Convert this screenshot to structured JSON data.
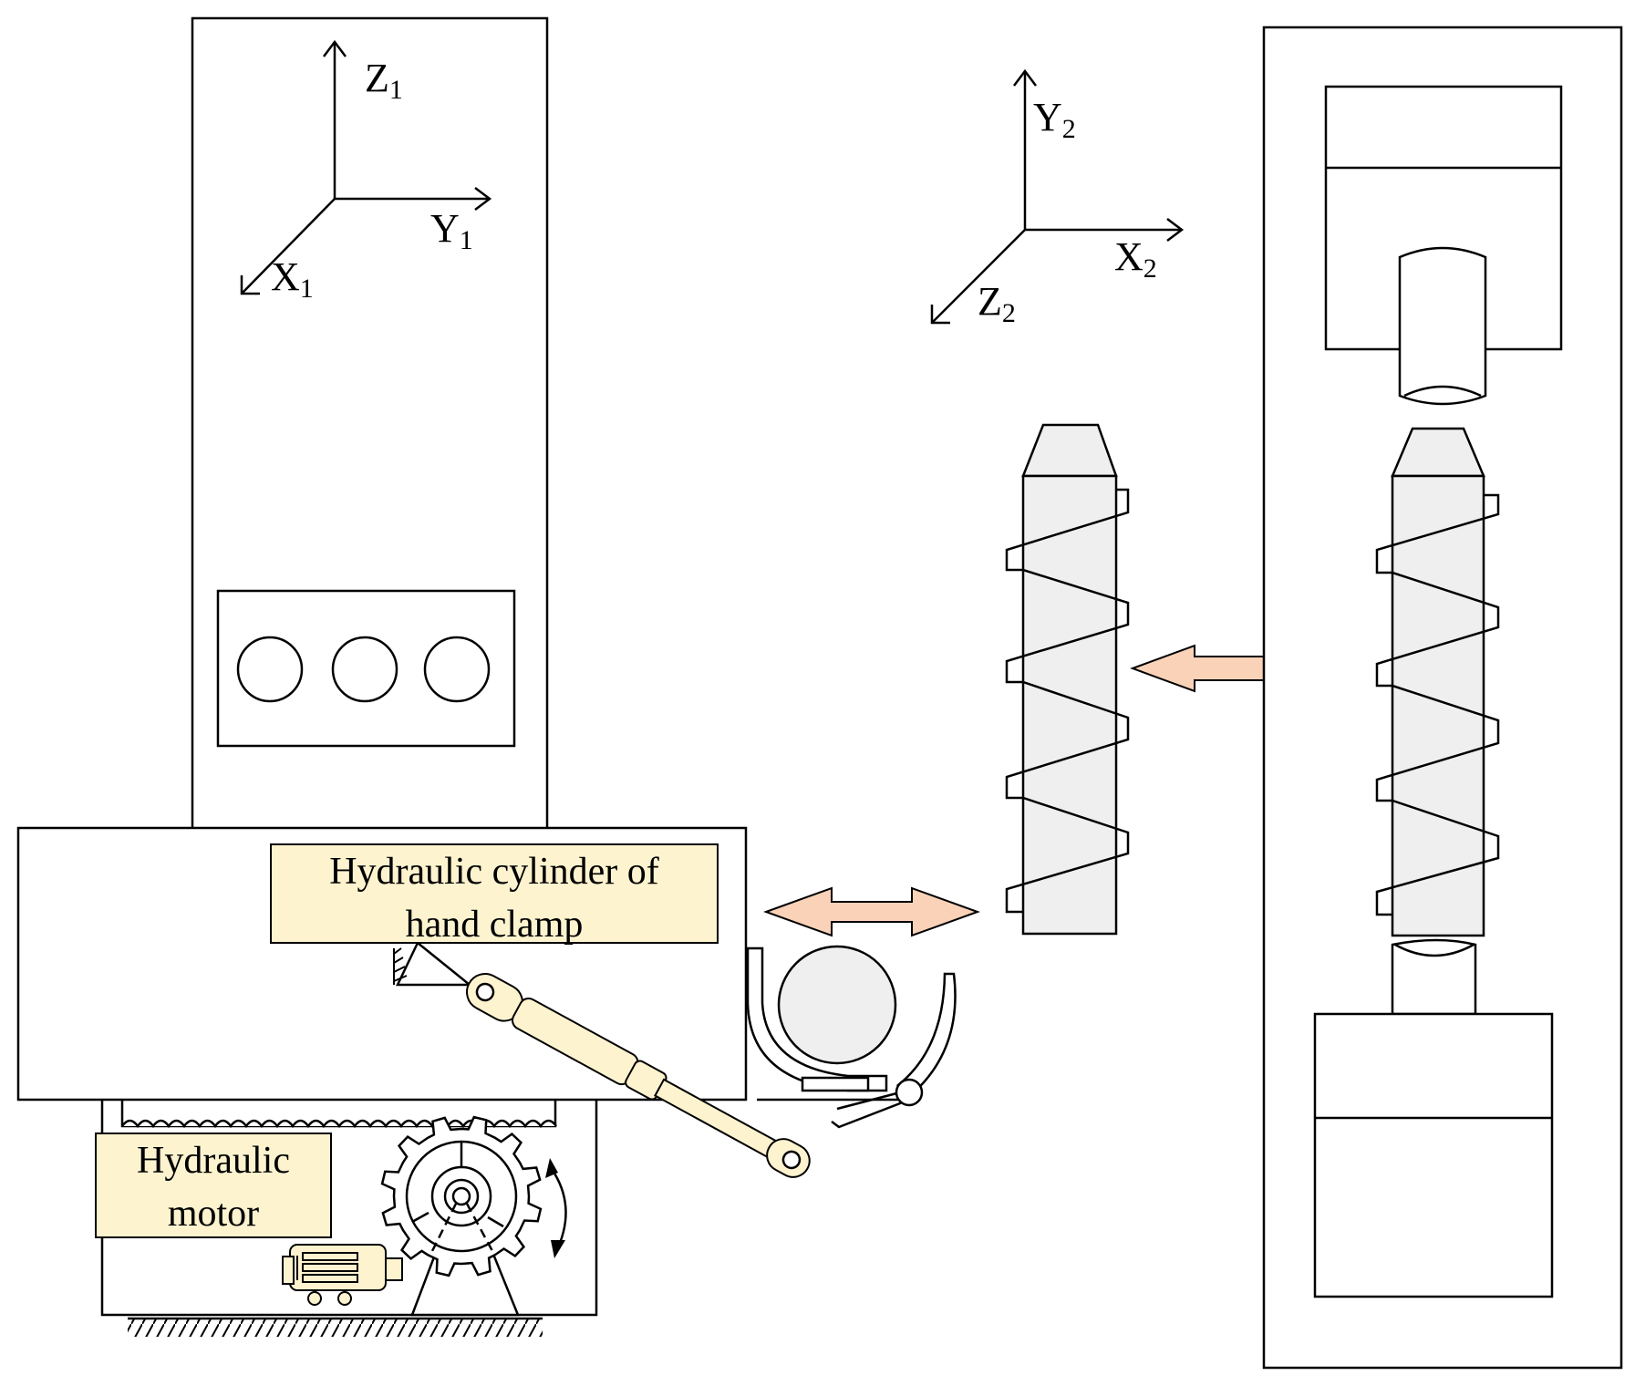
{
  "axes": {
    "frame1": {
      "x": "X",
      "x_sub": "1",
      "y": "Y",
      "y_sub": "1",
      "z": "Z",
      "z_sub": "1"
    },
    "frame2": {
      "x": "X",
      "x_sub": "2",
      "y": "Y",
      "y_sub": "2",
      "z": "Z",
      "z_sub": "2"
    }
  },
  "labels": {
    "cylinder_line1": "Hydraulic cylinder of",
    "cylinder_line2": "hand clamp",
    "motor_line1": "Hydraulic",
    "motor_line2": "motor"
  },
  "colors": {
    "part_fill": "#efefef",
    "highlight_fill": "#fdf3cf",
    "arrow_fill": "#f9d2b8"
  }
}
